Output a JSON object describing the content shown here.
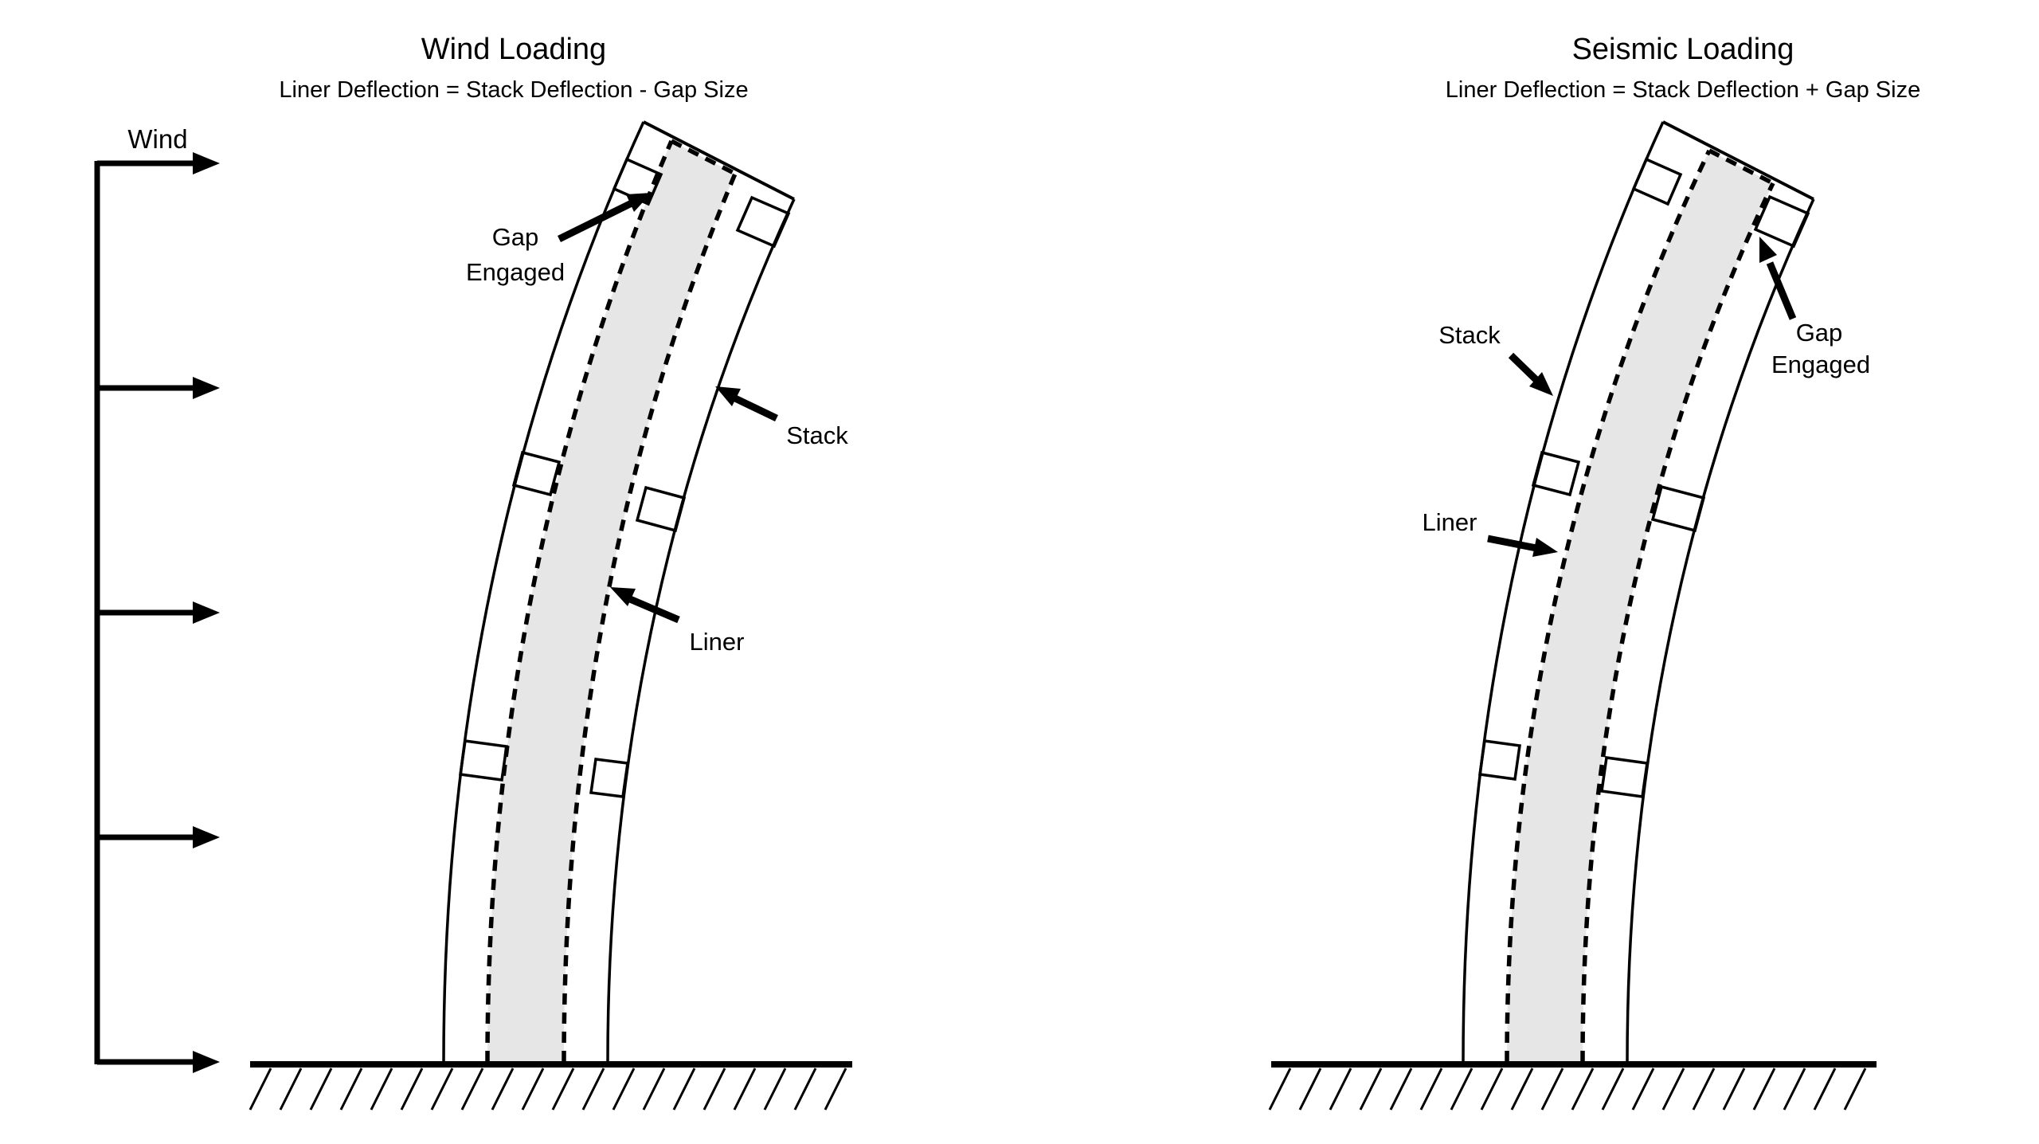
{
  "page": {
    "background": "#ffffff"
  },
  "colors": {
    "ink": "#000000",
    "liner_fill": "#e6e6e6"
  },
  "diagrams": {
    "wind": {
      "title": "Wind Loading",
      "subtitle": "Liner Deflection = Stack Deflection - Gap Size",
      "load_label": "Wind",
      "annotations": {
        "gap_line1": "Gap",
        "gap_line2": "Engaged",
        "stack": "Stack",
        "liner": "Liner"
      }
    },
    "seismic": {
      "title": "Seismic Loading",
      "subtitle": "Liner Deflection = Stack Deflection + Gap Size",
      "annotations": {
        "gap_line1": "Gap",
        "gap_line2": "Engaged",
        "stack": "Stack",
        "liner": "Liner"
      }
    }
  }
}
